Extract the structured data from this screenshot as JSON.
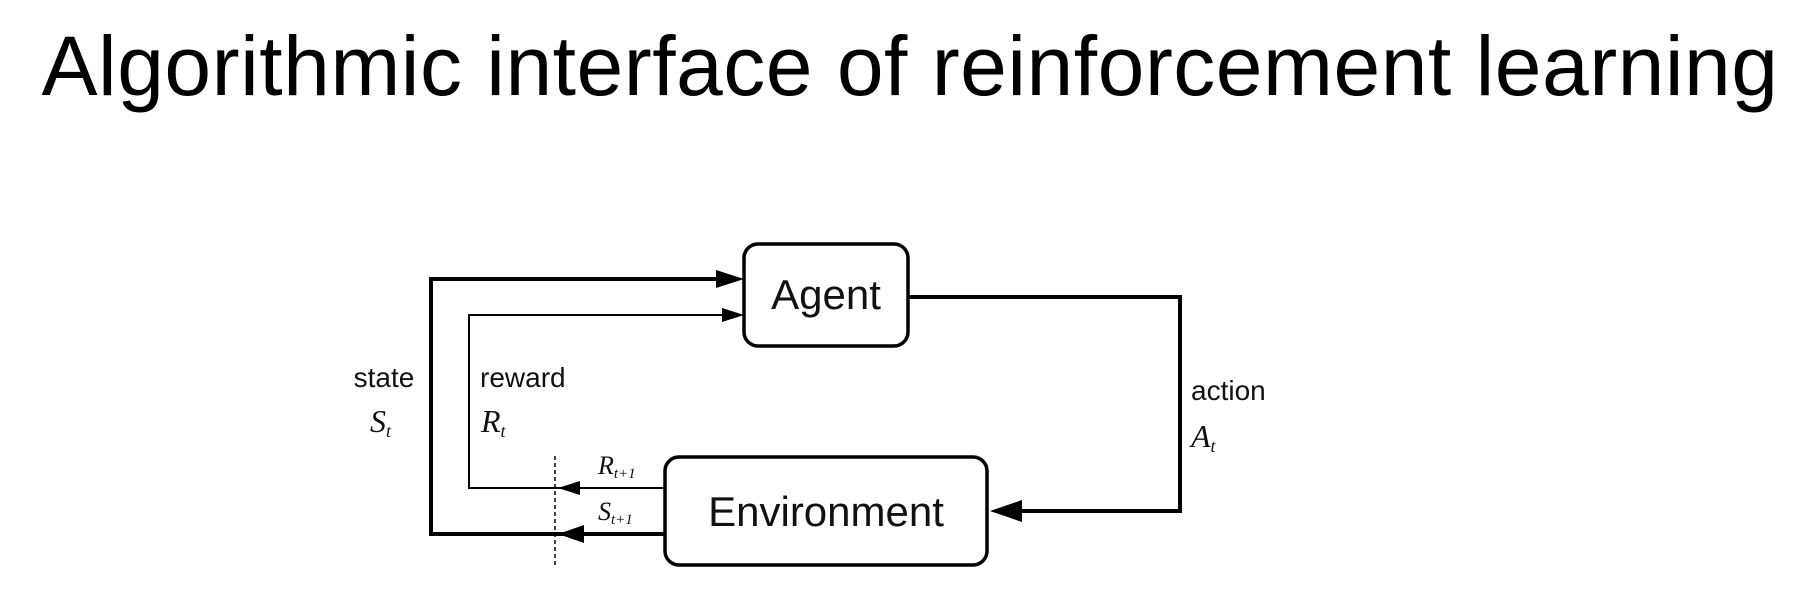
{
  "slide": {
    "title": "Algorithmic interface of reinforcement learning"
  },
  "diagram": {
    "nodes": {
      "agent": "Agent",
      "environment": "Environment"
    },
    "edges": {
      "state": {
        "label": "state",
        "symbol": "S",
        "subscript": "t"
      },
      "reward": {
        "label": "reward",
        "symbol": "R",
        "subscript": "t"
      },
      "action": {
        "label": "action",
        "symbol": "A",
        "subscript": "t"
      },
      "next_reward": {
        "symbol": "R",
        "subscript": "t+1"
      },
      "next_state": {
        "symbol": "S",
        "subscript": "t+1"
      }
    }
  }
}
